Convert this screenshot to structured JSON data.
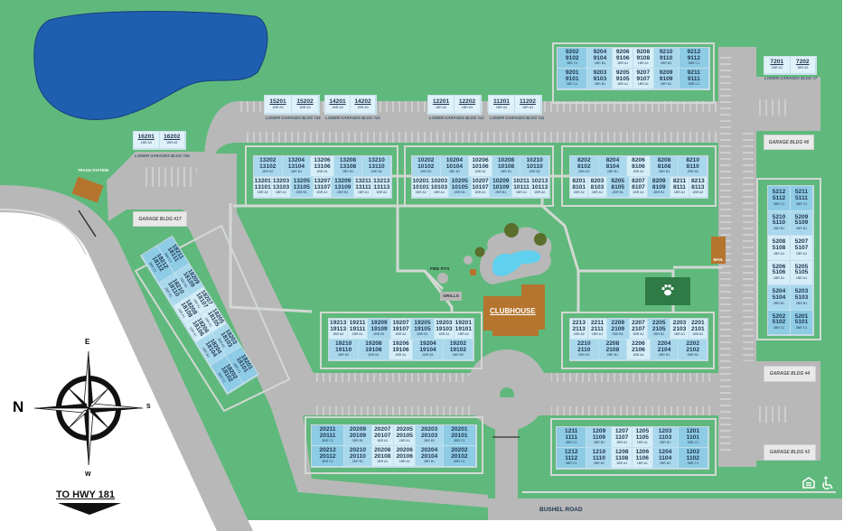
{
  "labels": {
    "clubhouse": "CLUBHOUSE",
    "fire_pits": "FIRE PITS",
    "grills": "GRILLS",
    "trash_station": "TRASH STATION",
    "mail": "MAIL",
    "bushel_road": "BUSHEL ROAD",
    "to_hwy": "TO HWY 181",
    "compass": {
      "n": "N",
      "e": "E",
      "s": "S",
      "w": "W"
    }
  },
  "garage_labels": {
    "g15": "LOWER GARAGES BLDG #15",
    "g14": "LOWER GARAGES BLDG #14",
    "g12": "LOWER GARAGES BLDG #12",
    "g11": "LOWER GARAGES BLDG #11",
    "g16": "LOWER GARAGES BLDG #16",
    "g7": "LOWER GARAGES BLDG #7",
    "g6": "GARAGE BLDG #6",
    "g17": "GARAGE BLDG #17",
    "g4": "GARAGE BLDG #4",
    "g3": "GARAGE BLDG #3"
  },
  "lower_garages": {
    "g15": [
      [
        "15201",
        "1BR A3"
      ],
      [
        "15202",
        "1BR A3"
      ]
    ],
    "g14": [
      [
        "14201",
        "1BR A3"
      ],
      [
        "14202",
        "1BR A3"
      ]
    ],
    "g12": [
      [
        "12201",
        "1BR A3"
      ],
      [
        "12202",
        "1BR A3"
      ]
    ],
    "g11": [
      [
        "11201",
        "1BR A3"
      ],
      [
        "11202",
        "1BR A3"
      ]
    ],
    "g16": [
      [
        "16201",
        "1BR A3"
      ],
      [
        "16202",
        "1BR A3"
      ]
    ],
    "g7": [
      [
        "7201",
        "1BR A3"
      ],
      [
        "7202",
        "1BR A3"
      ]
    ]
  },
  "buildings": {
    "b9": {
      "top": [
        [
          "9202",
          "9102",
          "3BR C1"
        ],
        [
          "9204",
          "9104",
          "2BR B1"
        ],
        [
          "9206",
          "9106",
          "1BR A1"
        ],
        [
          "9208",
          "9108",
          "1BR A1"
        ],
        [
          "9210",
          "9110",
          "2BR B1"
        ],
        [
          "9212",
          "9112",
          "3BR C1"
        ]
      ],
      "bottom": [
        [
          "9201",
          "9101",
          "3BR C1"
        ],
        [
          "9203",
          "9103",
          "2BR B1"
        ],
        [
          "9205",
          "9105",
          "1BR A1"
        ],
        [
          "9207",
          "9107",
          "1BR A1"
        ],
        [
          "9209",
          "9109",
          "2BR B1"
        ],
        [
          "9211",
          "9111",
          "3BR C1"
        ]
      ]
    },
    "b13": {
      "top": [
        [
          "13202",
          "13102",
          "2BR B2"
        ],
        [
          "13204",
          "13104",
          "2BR B1"
        ],
        [
          "13206",
          "13106",
          "1BR A1"
        ],
        [
          "13208",
          "13108",
          "2BR B1"
        ],
        [
          "13210",
          "13110",
          "2BR B2"
        ]
      ],
      "bottom": [
        [
          "13201",
          "13101",
          "1BR A2"
        ],
        [
          "13203",
          "13103",
          "1BR A1"
        ],
        [
          "13205",
          "13105",
          "2BR B1"
        ],
        [
          "13207",
          "13107",
          "1BR A1"
        ],
        [
          "13209",
          "13109",
          "2BR B1"
        ],
        [
          "13211",
          "13111",
          "1BR A1"
        ],
        [
          "13213",
          "13113",
          "1BR A2"
        ]
      ]
    },
    "b10": {
      "top": [
        [
          "10202",
          "10102",
          "2BR B2"
        ],
        [
          "10204",
          "10104",
          "2BR B1"
        ],
        [
          "10206",
          "10106",
          "1BR A1"
        ],
        [
          "10208",
          "10108",
          "2BR B1"
        ],
        [
          "10210",
          "10110",
          "2BR B2"
        ]
      ],
      "bottom": [
        [
          "10201",
          "10101",
          "1BR A2"
        ],
        [
          "10203",
          "10103",
          "1BR A1"
        ],
        [
          "10205",
          "10105",
          "2BR B1"
        ],
        [
          "10207",
          "10107",
          "1BR A1"
        ],
        [
          "10209",
          "10109",
          "2BR B1"
        ],
        [
          "10211",
          "10111",
          "1BR A1"
        ],
        [
          "10213",
          "10113",
          "1BR A2"
        ]
      ]
    },
    "b8": {
      "top": [
        [
          "8202",
          "8102",
          "2BR B2"
        ],
        [
          "8204",
          "8104",
          "2BR B1"
        ],
        [
          "8206",
          "8106",
          "1BR A1"
        ],
        [
          "8208",
          "8108",
          "2BR B1"
        ],
        [
          "8210",
          "8110",
          "2BR B2"
        ]
      ],
      "bottom": [
        [
          "8201",
          "8101",
          "1BR A2"
        ],
        [
          "8203",
          "8103",
          "1BR A1"
        ],
        [
          "8205",
          "8105",
          "2BR B1"
        ],
        [
          "8207",
          "8107",
          "1BR A1"
        ],
        [
          "8209",
          "8109",
          "2BR B1"
        ],
        [
          "8211",
          "8111",
          "1BR A1"
        ],
        [
          "8213",
          "8113",
          "1BR A2"
        ]
      ]
    },
    "b19": {
      "top": [
        [
          "19213",
          "19113",
          "1BR A2"
        ],
        [
          "19211",
          "19111",
          "1BR A1"
        ],
        [
          "19209",
          "19109",
          "2BR B1"
        ],
        [
          "19207",
          "19107",
          "1BR A1"
        ],
        [
          "19205",
          "19105",
          "2BR B1"
        ],
        [
          "19203",
          "19103",
          "1BR A1"
        ],
        [
          "19201",
          "19101",
          "1BR A2"
        ]
      ],
      "bottom": [
        [
          "19210",
          "19110",
          "2BR B2"
        ],
        [
          "19208",
          "19108",
          "2BR B1"
        ],
        [
          "19206",
          "19106",
          "1BR A1"
        ],
        [
          "19204",
          "19104",
          "2BR B1"
        ],
        [
          "19202",
          "19102",
          "2BR B2"
        ]
      ]
    },
    "b22": {
      "top": [
        [
          "2213",
          "2113",
          "1BR A2"
        ],
        [
          "2211",
          "2111",
          "1BR A1"
        ],
        [
          "2209",
          "2109",
          "2BR B1"
        ],
        [
          "2207",
          "2107",
          "1BR A1"
        ],
        [
          "2205",
          "2105",
          "2BR B1"
        ],
        [
          "2203",
          "2103",
          "1BR A1"
        ],
        [
          "2201",
          "2101",
          "1BR A2"
        ]
      ],
      "bottom": [
        [
          "2210",
          "2110",
          "2BR B2"
        ],
        [
          "2208",
          "2108",
          "2BR B1"
        ],
        [
          "2206",
          "2106",
          "1BR A1"
        ],
        [
          "2204",
          "2104",
          "2BR B1"
        ],
        [
          "2202",
          "2102",
          "2BR B2"
        ]
      ]
    },
    "b20": {
      "top": [
        [
          "20211",
          "20111",
          "3BR C1"
        ],
        [
          "20209",
          "20109",
          "2BR B1"
        ],
        [
          "20207",
          "20107",
          "1BR A1"
        ],
        [
          "20205",
          "20105",
          "1BR A1"
        ],
        [
          "20203",
          "20103",
          "2BR B1"
        ],
        [
          "20201",
          "20101",
          "3BR C1"
        ]
      ],
      "bottom": [
        [
          "20212",
          "20112",
          "3BR C1"
        ],
        [
          "20210",
          "20110",
          "2BR B1"
        ],
        [
          "20208",
          "20108",
          "1BR A1"
        ],
        [
          "20206",
          "20106",
          "1BR A1"
        ],
        [
          "20204",
          "20104",
          "2BR B1"
        ],
        [
          "20202",
          "20102",
          "3BR C1"
        ]
      ]
    },
    "b1": {
      "top": [
        [
          "1211",
          "1111",
          "3BR C1"
        ],
        [
          "1209",
          "1109",
          "2BR B1"
        ],
        [
          "1207",
          "1107",
          "1BR A1"
        ],
        [
          "1205",
          "1105",
          "1BR A1"
        ],
        [
          "1203",
          "1103",
          "2BR B1"
        ],
        [
          "1201",
          "1101",
          "3BR C1"
        ]
      ],
      "bottom": [
        [
          "1212",
          "1112",
          "3BR C1"
        ],
        [
          "1210",
          "1110",
          "2BR B1"
        ],
        [
          "1208",
          "1108",
          "1BR A1"
        ],
        [
          "1206",
          "1106",
          "1BR A1"
        ],
        [
          "1204",
          "1104",
          "2BR B1"
        ],
        [
          "1202",
          "1102",
          "3BR C1"
        ]
      ]
    },
    "b18": {
      "top": [
        [
          "18211",
          "18111",
          "3BR C1"
        ],
        [
          "18209",
          "18109",
          "2BR B1"
        ],
        [
          "18207",
          "18107",
          "1BR A1"
        ],
        [
          "18205",
          "18105",
          "1BR A1"
        ],
        [
          "18203",
          "18103",
          "2BR B1"
        ],
        [
          "18201",
          "18101",
          "3BR C1"
        ]
      ],
      "bottom": [
        [
          "18212",
          "18112",
          "3BR C1"
        ],
        [
          "18210",
          "18110",
          "2BR B1"
        ],
        [
          "18208",
          "18108",
          "1BR A1"
        ],
        [
          "18206",
          "18106",
          "1BR A1"
        ],
        [
          "18204",
          "18104",
          "2BR B1"
        ],
        [
          "18202",
          "18102",
          "3BR C1"
        ]
      ]
    }
  },
  "building5": {
    "rows": [
      [
        [
          "5212",
          "5112",
          "3BR C1"
        ],
        [
          "5211",
          "5111",
          "3BR C1"
        ]
      ],
      [
        [
          "5210",
          "5110",
          "2BR B1"
        ],
        [
          "5209",
          "5109",
          "2BR B1"
        ]
      ],
      [
        [
          "5208",
          "5108",
          "1BR A1"
        ],
        [
          "5207",
          "5107",
          "1BR A1"
        ]
      ],
      [
        [
          "5206",
          "5106",
          "1BR A1"
        ],
        [
          "5205",
          "5105",
          "1BR A1"
        ]
      ],
      [
        [
          "5204",
          "5104",
          "2BR B1"
        ],
        [
          "5203",
          "5103",
          "2BR B1"
        ]
      ],
      [
        [
          "5202",
          "5102",
          "3BR C1"
        ],
        [
          "5201",
          "5101",
          "3BR C1"
        ]
      ]
    ]
  },
  "colors": {
    "grass": "#5fb97c",
    "road": "#b8b8b8",
    "lake": "#1f5fb0",
    "pool": "#5fd0ee",
    "clubhouse": "#b5752e",
    "pet_area": "#2f7a45"
  }
}
